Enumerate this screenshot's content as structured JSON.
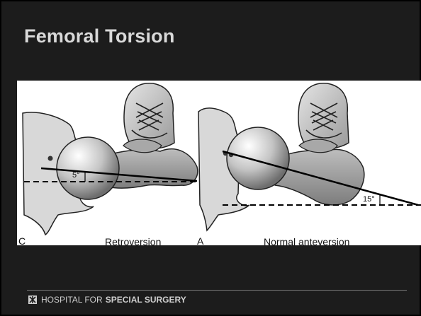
{
  "slide": {
    "title": "Femoral Torsion"
  },
  "figure": {
    "left_panel": {
      "letter": "C",
      "caption": "Retroversion",
      "angle_label": "5°"
    },
    "right_panel": {
      "letter": "A",
      "caption": "Normal anteversion",
      "angle_label": "15°"
    }
  },
  "footer": {
    "org_prefix": "HOSPITAL FOR",
    "org_bold": "SPECIAL SURGERY",
    "logo_icon": "hss-logo-icon"
  },
  "colors": {
    "background": "#1c1c1c",
    "title": "#d9d9d9",
    "figure_bg": "#ffffff"
  }
}
